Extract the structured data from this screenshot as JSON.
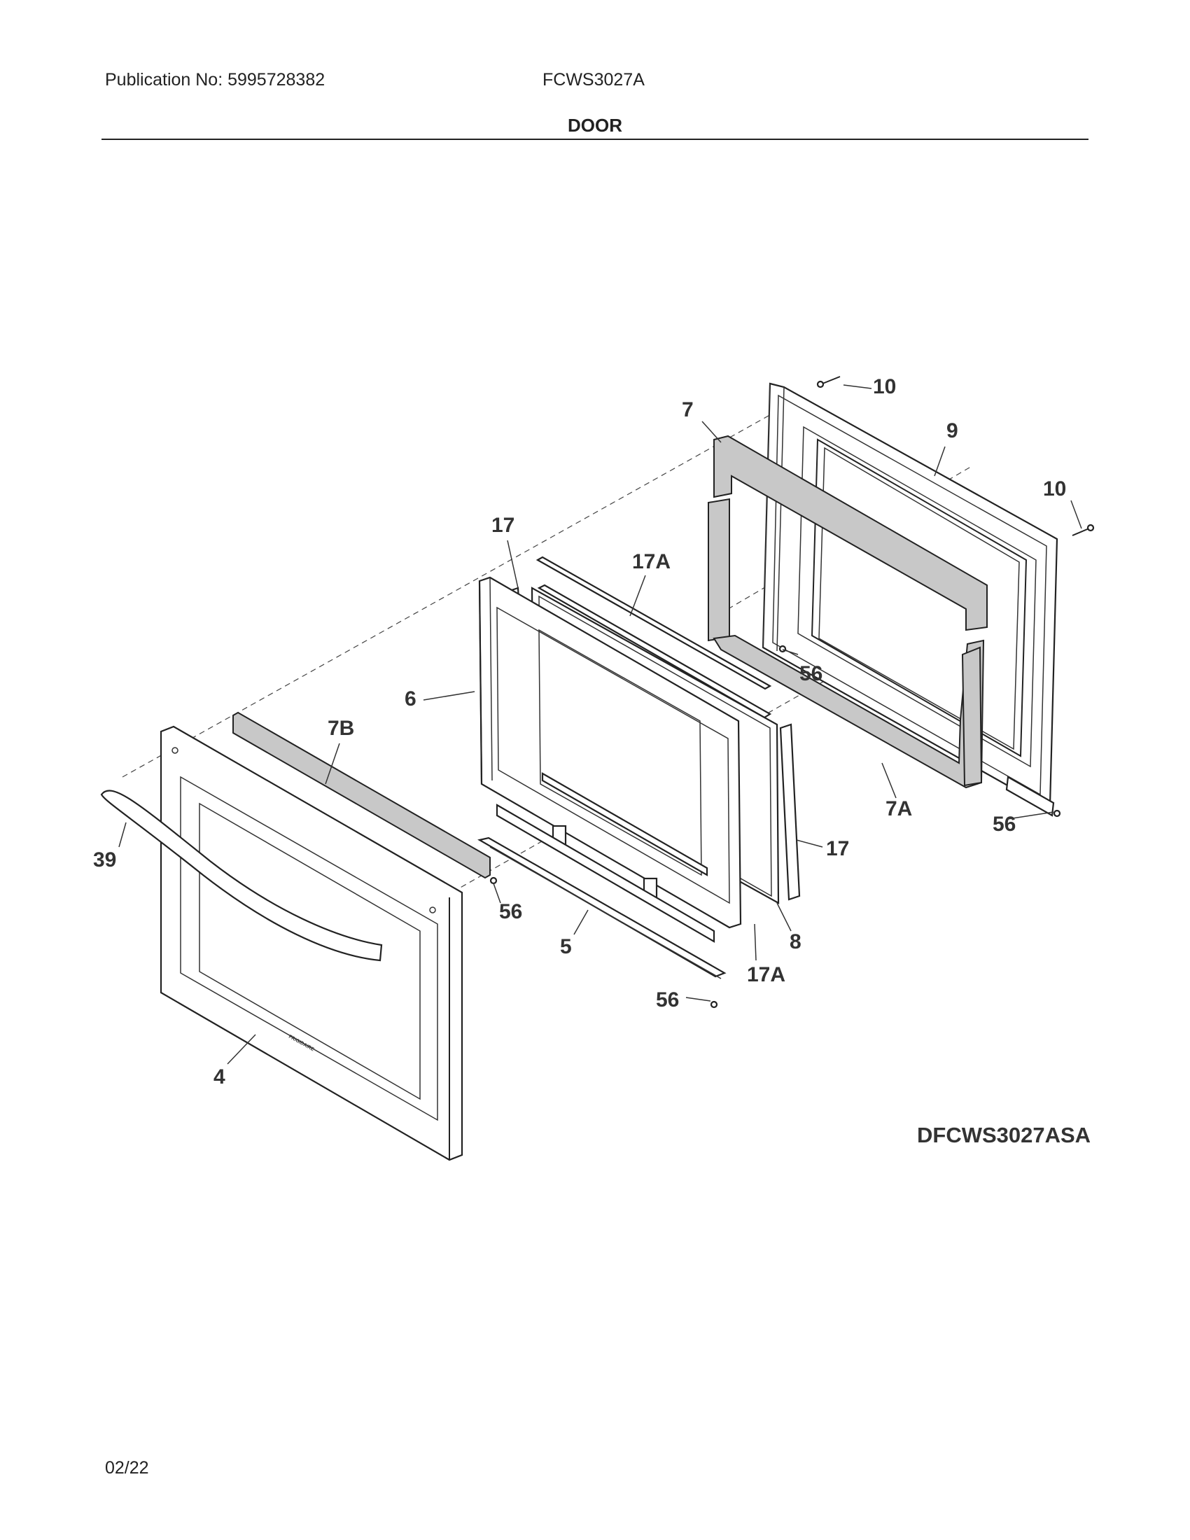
{
  "header": {
    "publication": "Publication No: 5995728382",
    "model": "FCWS3027A",
    "section_title": "DOOR"
  },
  "diagram": {
    "code": "DFCWS3027ASA",
    "brand_mark": "FRIGIDAIRE",
    "callouts": [
      "10",
      "9",
      "7",
      "10",
      "17",
      "17A",
      "56",
      "6",
      "7B",
      "39",
      "7A",
      "56",
      "17",
      "56",
      "8",
      "5",
      "17A",
      "56",
      "4"
    ]
  },
  "footer": {
    "date": "02/22"
  }
}
